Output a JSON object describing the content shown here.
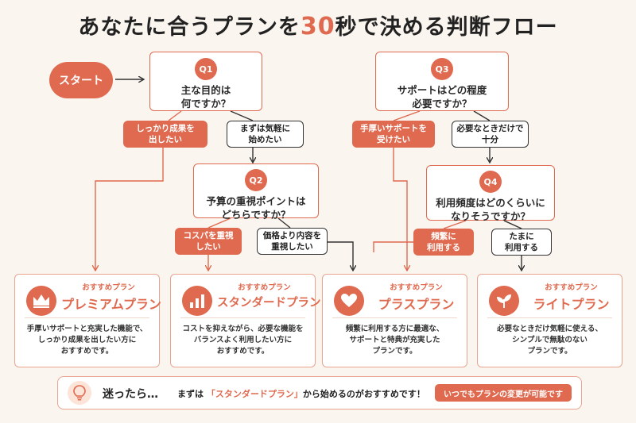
{
  "title": {
    "before": "あなたに合うプランを",
    "accent": "30",
    "after": "秒で決める判断フロー"
  },
  "start_label": "スタート",
  "questions": {
    "q1": {
      "badge": "Q1",
      "text": "主な目的は\n何ですか？"
    },
    "q2": {
      "badge": "Q2",
      "text": "予算の重視ポイントは\nどちらですか？"
    },
    "q3": {
      "badge": "Q3",
      "text": "サポートはどの程度\n必要ですか？"
    },
    "q4": {
      "badge": "Q4",
      "text": "利用頻度はどのくらいに\nなりそうですか？"
    }
  },
  "answers": {
    "q1_a": "しっかり成果を\n出したい",
    "q1_b": "まずは気軽に\n始めたい",
    "q2_a": "コスパを重視\nしたい",
    "q2_b": "価格より内容を\n重視したい",
    "q3_a": "手厚いサポートを\n受けたい",
    "q3_b": "必要なときだけで\n十分",
    "q4_a": "頻繁に\n利用する",
    "q4_b": "たまに\n利用する"
  },
  "plans": [
    {
      "recommend": "おすすめプラン",
      "name": "プレミアムプラン",
      "icon": "crown-icon",
      "description": "手厚いサポートと充実した機能で、\nしっかり成果を出したい方に\nおすすめです。"
    },
    {
      "recommend": "おすすめプラン",
      "name": "スタンダードプラン",
      "icon": "bar-chart-icon",
      "description": "コストを抑えながら、必要な機能を\nバランスよく利用したい方に\nおすすめです。"
    },
    {
      "recommend": "おすすめプラン",
      "name": "プラスプラン",
      "icon": "heart-icon",
      "description": "頻繁に利用する方に最適な、\nサポートと特典が充実した\nプランです。"
    },
    {
      "recommend": "おすすめプラン",
      "name": "ライトプラン",
      "icon": "leaf-icon",
      "description": "必要なときだけ気軽に使える、\nシンプルで無駄のない\nプランです。"
    }
  ],
  "bottom": {
    "heading": "迷ったら…",
    "message_before": "まずは",
    "message_highlight": "「スタンダードプラン」",
    "message_after": "から始めるのがおすすめです！",
    "note": "いつでもプランの変更が可能です",
    "icon": "lightbulb-icon"
  },
  "colors": {
    "accent": "#df6a4f",
    "background": "#fbf5ef",
    "text": "#2b2b2b"
  }
}
